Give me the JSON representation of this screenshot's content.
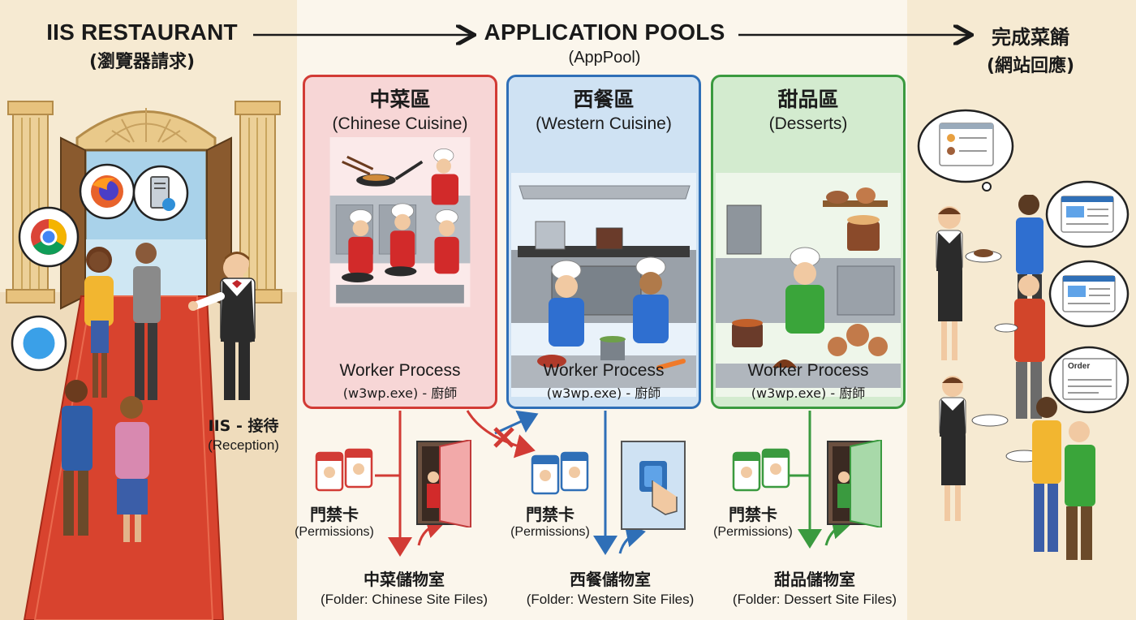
{
  "header": {
    "left_title": "IIS RESTAURANT",
    "left_sub": "(瀏覽器請求)",
    "center_title": "APPLICATION POOLS",
    "center_sub": "(AppPool)",
    "right_title": "完成菜餚",
    "right_sub": "(網站回應)"
  },
  "reception": {
    "title": "IIS - 接待",
    "sub": "(Reception)"
  },
  "pools": [
    {
      "zh": "中菜區",
      "en": "(Chinese Cuisine)",
      "worker": "Worker Process",
      "worker_sub": "(w3wp.exe) - 廚師",
      "perm_zh": "門禁卡",
      "perm_en": "(Permissions)",
      "folder_zh": "中菜儲物室",
      "folder_en": "(Folder: Chinese Site Files)",
      "color": "#d23b35",
      "bg": "#f7d6d6"
    },
    {
      "zh": "西餐區",
      "en": "(Western Cuisine)",
      "worker": "Worker Process",
      "worker_sub": "(w3wp.exe) - 廚師",
      "perm_zh": "門禁卡",
      "perm_en": "(Permissions)",
      "folder_zh": "西餐儲物室",
      "folder_en": "(Folder: Western Site Files)",
      "color": "#2f6fb7",
      "bg": "#cfe2f3"
    },
    {
      "zh": "甜品區",
      "en": "(Desserts)",
      "worker": "Worker Process",
      "worker_sub": "(w3wp.exe) - 廚師",
      "perm_zh": "門禁卡",
      "perm_en": "(Permissions)",
      "folder_zh": "甜品儲物室",
      "folder_en": "(Folder: Dessert Site Files)",
      "color": "#3a9a3f",
      "bg": "#d3ebcf"
    }
  ],
  "order_label": "Order"
}
